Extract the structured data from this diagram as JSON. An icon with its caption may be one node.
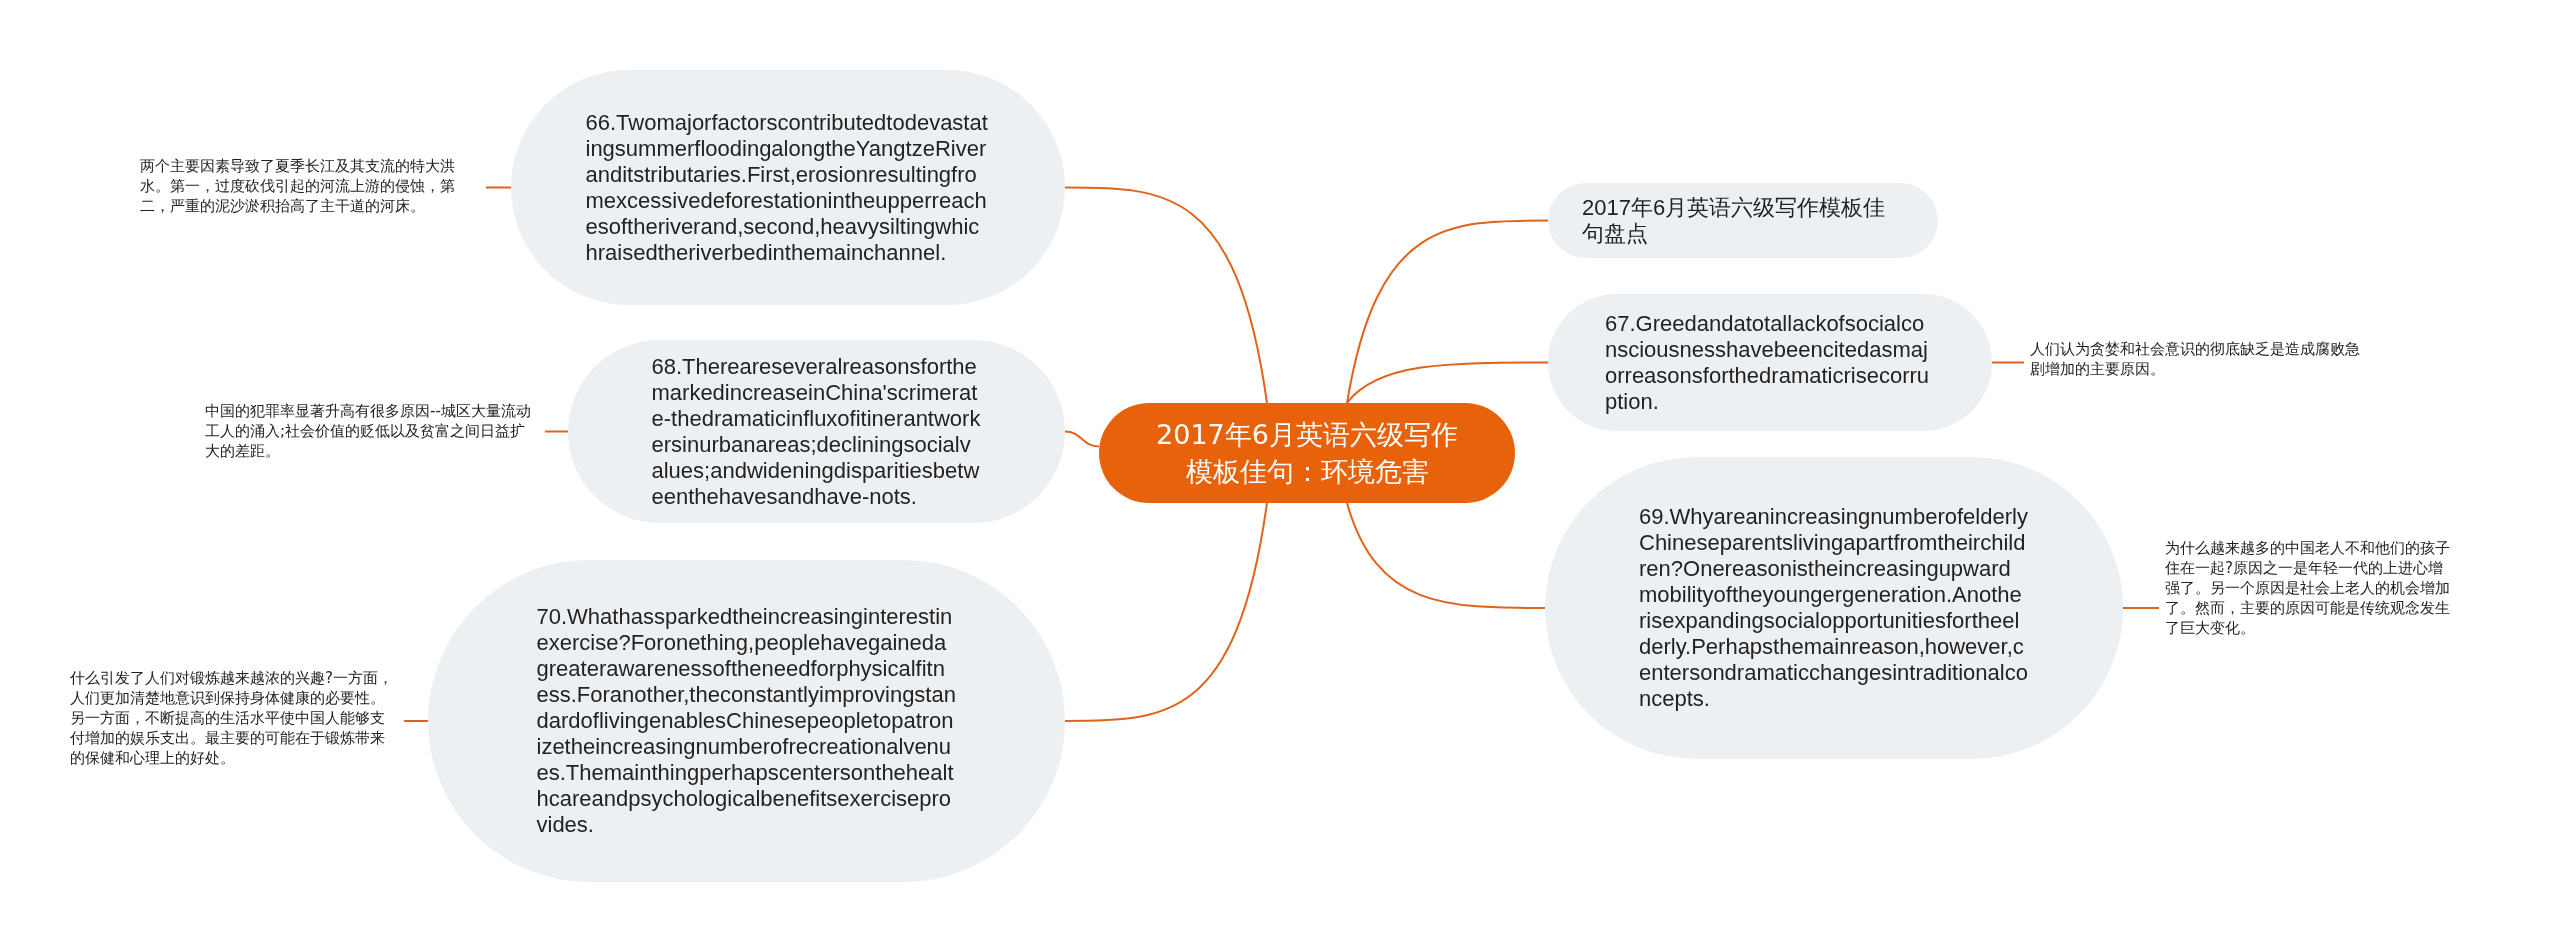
{
  "diagram": {
    "nodes": [
      {
        "text": [
          "2017年6月英语六级写作模板佳句：环境危害"
        ]
      },
      {
        "text": [
          "66.TwomajorfactorscontributedtodevastatingsummerfloodingalongtheYangtzeRiveranditstributaries.First,erosionresultingfromexcessivedeforestationintheupperreachesoftheriverand,second,heavysiltingwhichraisedtheriverbedinthemainchannel."
        ]
      },
      {
        "text": [
          "两个主要因素导致了夏季长江及其支流的特大洪水。第一，过度砍伐引起的河流上游的侵蚀，第二，严重的泥沙淤积抬高了主干道的河床。"
        ]
      },
      {
        "text": [
          "2017年6月英语六级写作模板佳句盘点"
        ]
      },
      {
        "text": [
          "67.Greedandatotallackofsocialconsciousnesshavebeencitedasmajorreasonsforthedramaticrisecorruption."
        ]
      },
      {
        "text": [
          "人们认为贪婪和社会意识的彻底缺乏是造成腐败急剧增加的主要原因。"
        ]
      },
      {
        "text": [
          "68.ThereareseveralreasonsforthemarkedincreaseinChina'scrimerate-thedramaticinfluxofitinerantworkersinurbanareas;decliningsocialvalues;andwideningdisparitiesbetweenthehavesandhave-nots."
        ]
      },
      {
        "text": [
          "中国的犯罪率显著升高有很多原因--城区大量流动工人的涌入;社会价值的贬低以及贫富之间日益扩大的差距。"
        ]
      },
      {
        "text": [
          "69.WhyareanincreasingnumberofelderlyChineseparentslivingapartfromtheirchildren?Onereasonistheincreasingupwardmobilityoftheyoungergeneration.Anotherisexpandingsocialopportunitiesfortheelderly.Perhapsthemainreason,however,centersondramaticchangesintraditionalconcepts."
        ]
      },
      {
        "text": [
          "为什么越来越多的中国老人不和他们的孩子住在一起?原因之一是年轻一代的上进心增强了。另一个原因是社会上老人的机会增加了。然而，主要的原因可能是传统观念发生了巨大变化。"
        ]
      },
      {
        "text": [
          "70.Whathassparkedtheincreasinginterestinexercise?Foronething,peoplehavegainedagreaterawarenessoftheneedforphysicalfitness.Foranother,theconstantlyimprovingstandardoflivingenablesChinesepeopletopatronizetheincreasingnumberofrecreationalvenues.Themainthingperhapscentersonthehealthcareandpsychologicalbenefitsexerciseprovides."
        ]
      },
      {
        "text": [
          "什么引发了人们对锻炼越来越浓的兴趣?一方面，人们更加清楚地意识到保持身体健康的必要性。另一方面，不断提高的生活水平使中国人能够支付增加的娱乐支出。最主要的可能在于锻炼带来的保健和心理上的好处。"
        ]
      }
    ],
    "edges": [
      {
        "from": 0,
        "to": 1,
        "arrow": "none"
      },
      {
        "from": 1,
        "to": 2,
        "arrow": "none"
      },
      {
        "from": 0,
        "to": 3,
        "arrow": "none"
      },
      {
        "from": 0,
        "to": 4,
        "arrow": "none"
      },
      {
        "from": 4,
        "to": 5,
        "arrow": "none"
      },
      {
        "from": 0,
        "to": 6,
        "arrow": "none"
      },
      {
        "from": 6,
        "to": 7,
        "arrow": "none"
      },
      {
        "from": 0,
        "to": 8,
        "arrow": "none"
      },
      {
        "from": 8,
        "to": 9,
        "arrow": "none"
      },
      {
        "from": 0,
        "to": 10,
        "arrow": "none"
      },
      {
        "from": 10,
        "to": 11,
        "arrow": "none"
      }
    ]
  }
}
